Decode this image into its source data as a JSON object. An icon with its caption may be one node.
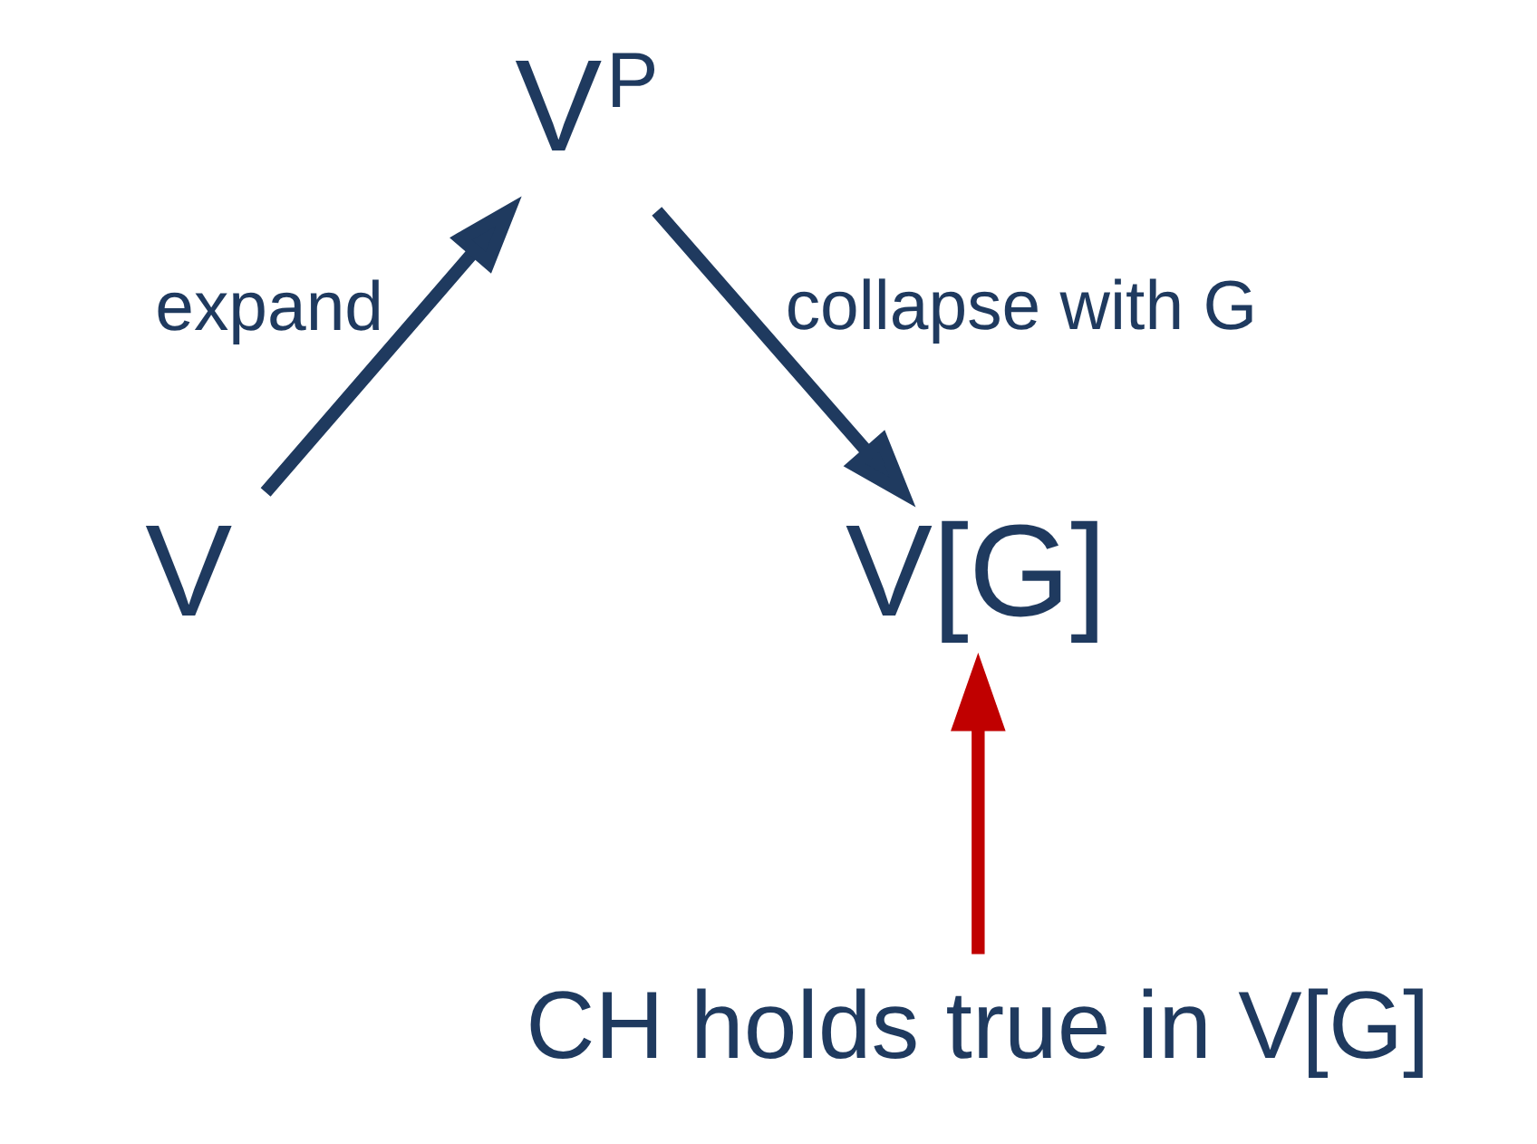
{
  "diagram": {
    "nodes": [
      {
        "text": [
          "V$^{P}$"
        ]
      },
      {
        "text": [
          "V"
        ]
      },
      {
        "text": [
          "V[G]"
        ]
      },
      {
        "text": [
          "CH holds true in V[G]"
        ]
      }
    ],
    "edges": [
      {
        "from": 1,
        "to": 0,
        "arrow": "to",
        "label": "expand"
      },
      {
        "from": 0,
        "to": 2,
        "arrow": "to",
        "label": "collapse with G"
      },
      {
        "from": 3,
        "to": 2,
        "arrow": "to",
        "color": "#c00000"
      }
    ]
  }
}
